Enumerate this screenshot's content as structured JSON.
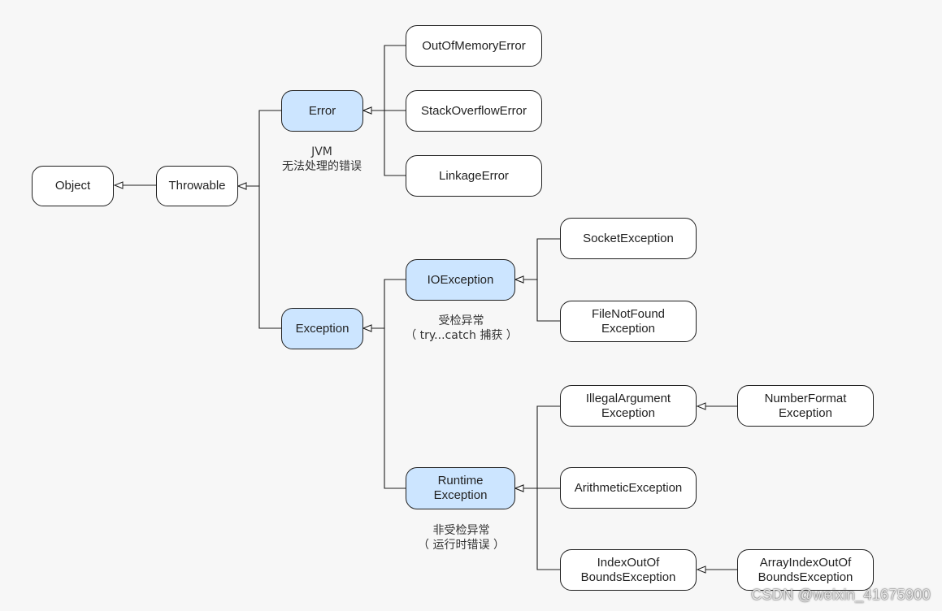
{
  "nodes": {
    "object": "Object",
    "throwable": "Throwable",
    "error": "Error",
    "exception": "Exception",
    "out_of_memory_error": "OutOfMemoryError",
    "stack_overflow_error": "StackOverflowError",
    "linkage_error": "LinkageError",
    "io_exception": "IOException",
    "socket_exception": "SocketException",
    "file_not_found_exception": "FileNotFound\nException",
    "runtime_exception": "Runtime\nException",
    "illegal_argument_exception": "IllegalArgument\nException",
    "number_format_exception": "NumberFormat\nException",
    "arithmetic_exception": "ArithmeticException",
    "index_out_of_bounds_exception": "IndexOutOf\nBoundsException",
    "array_index_out_of_bounds_exception": "ArrayIndexOutOf\nBoundsException"
  },
  "notes": {
    "error_note": "JVM\n无法处理的错误",
    "checked_note": "受检异常\n（ try...catch 捕获 ）",
    "unchecked_note": "非受检异常\n（ 运行时错误 ）"
  },
  "watermark": "CSDN @weixin_41675900",
  "colors": {
    "highlight_fill": "#cce5ff",
    "node_fill": "#ffffff",
    "stroke": "#1f1f1f"
  }
}
